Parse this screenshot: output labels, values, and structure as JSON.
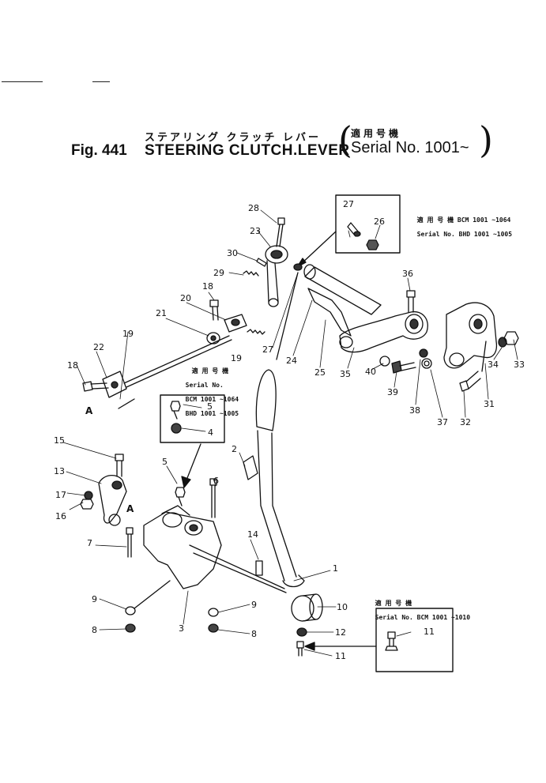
{
  "header": {
    "kana_title": "ステアリング クラッチ レバー",
    "fig_number": "Fig. 441",
    "title": "STEERING CLUTCH.LEVER",
    "serial_heading": "適用号機",
    "serial_range": "Serial No. 1001~"
  },
  "notes": {
    "top_right": {
      "heading": "適 用 号 機",
      "lines": [
        "BCM 1001 ~1064",
        "Serial No. BHD 1001 ~1005"
      ]
    },
    "middle": {
      "heading": "適 用 号 機",
      "lines": [
        "Serial No.",
        "BCM 1001 ~1064",
        "BHD 1001 ~1005"
      ]
    },
    "bottom_right": {
      "heading": "適 用 号 機",
      "lines": [
        "Serial No. BCM 1001 ~1010"
      ]
    }
  },
  "callouts": [
    "1",
    "2",
    "3",
    "4",
    "5",
    "6",
    "7",
    "8",
    "9",
    "10",
    "11",
    "12",
    "13",
    "14",
    "15",
    "16",
    "17",
    "18",
    "19",
    "20",
    "21",
    "22",
    "23",
    "24",
    "25",
    "26",
    "27",
    "28",
    "29",
    "30",
    "31",
    "32",
    "33",
    "34",
    "35",
    "36",
    "37",
    "38",
    "39",
    "40"
  ],
  "reference_marks": [
    "A"
  ]
}
